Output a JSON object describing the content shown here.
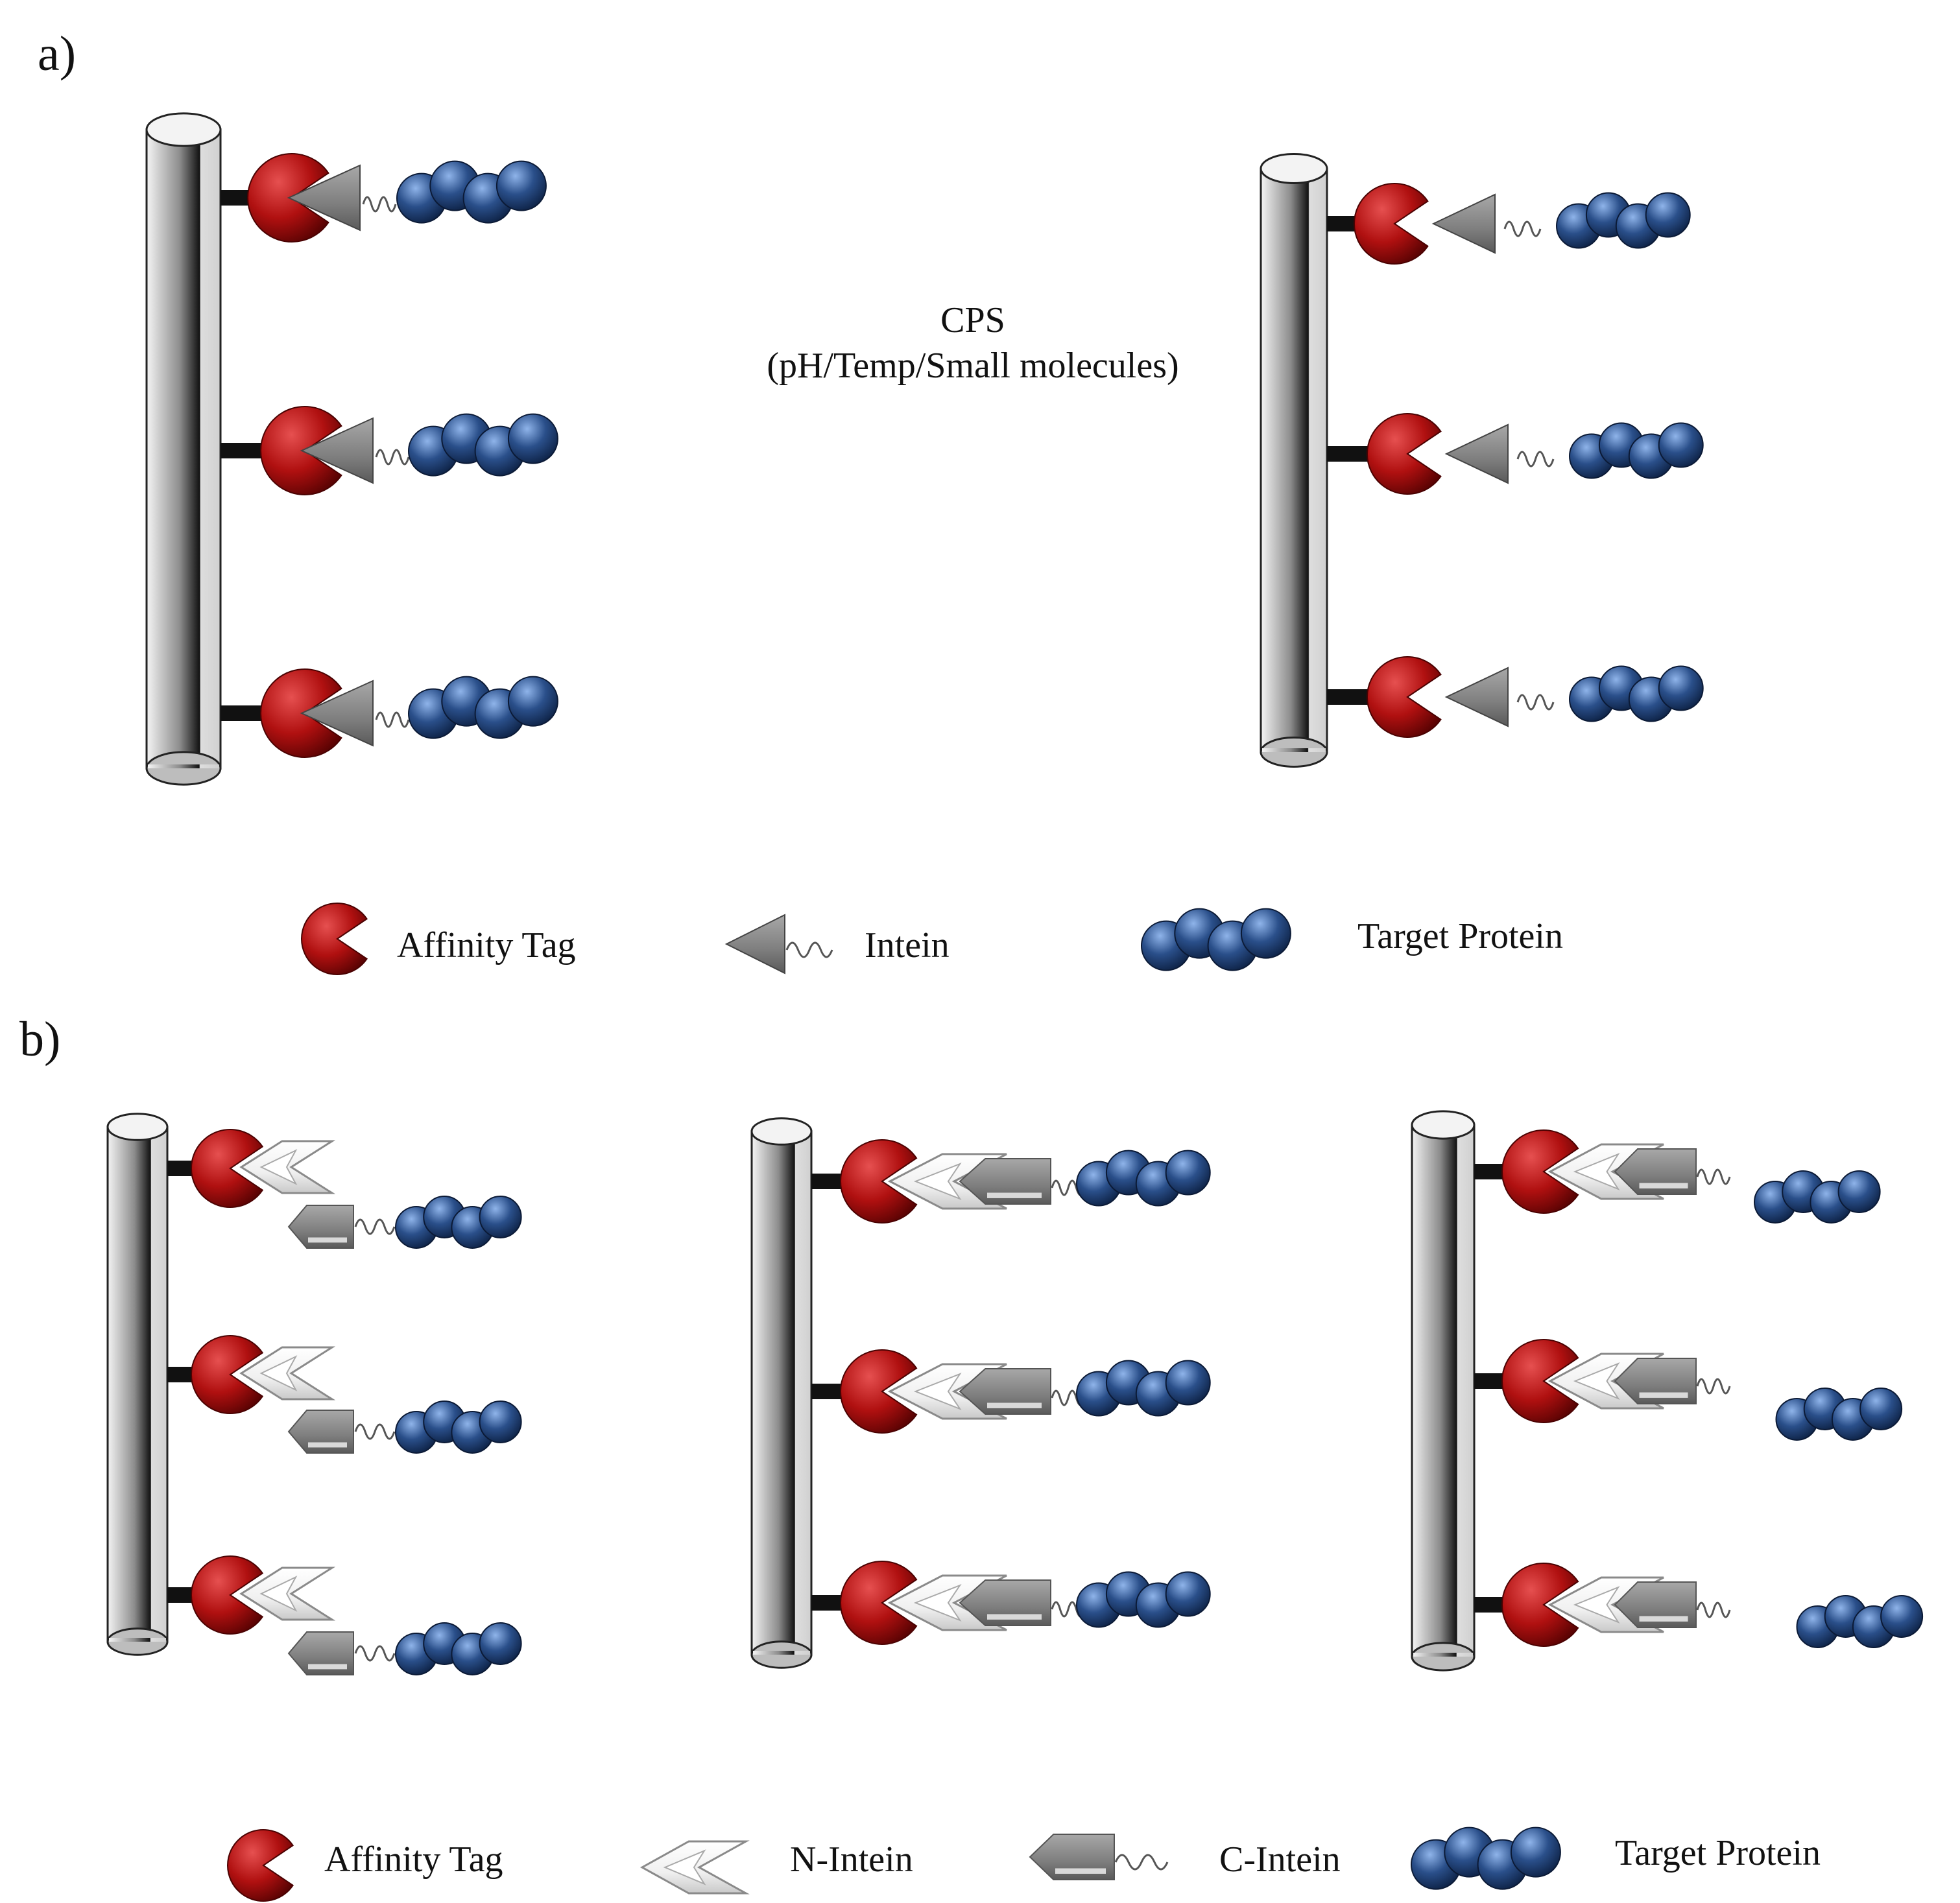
{
  "panels": {
    "a": {
      "label": "a)",
      "condition_line1": "CPS",
      "condition_line2": "(pH/Temp/Small molecules)",
      "legend": {
        "affinity_tag": "Affinity Tag",
        "intein": "Intein",
        "target_protein": "Target Protein"
      }
    },
    "b": {
      "label": "b)",
      "legend": {
        "affinity_tag": "Affinity Tag",
        "n_intein": "N-Intein",
        "c_intein": "C-Intein",
        "target_protein": "Target Protein"
      }
    }
  },
  "colors": {
    "affinity_tag": "#b01010",
    "intein": "#8a8a8a",
    "n_intein": "#f2f2f2",
    "c_intein": "#8a8a8a",
    "target_protein": "#2a4f8a",
    "column": "#d8d8d8",
    "linker": "#111111"
  },
  "icons": {
    "affinity_tag": "pacman-icon",
    "intein": "triangle-linker-icon",
    "n_intein": "chevron-icon",
    "c_intein": "pentagon-linker-icon",
    "target_protein": "bead-chain-icon",
    "column": "cylinder-icon"
  }
}
